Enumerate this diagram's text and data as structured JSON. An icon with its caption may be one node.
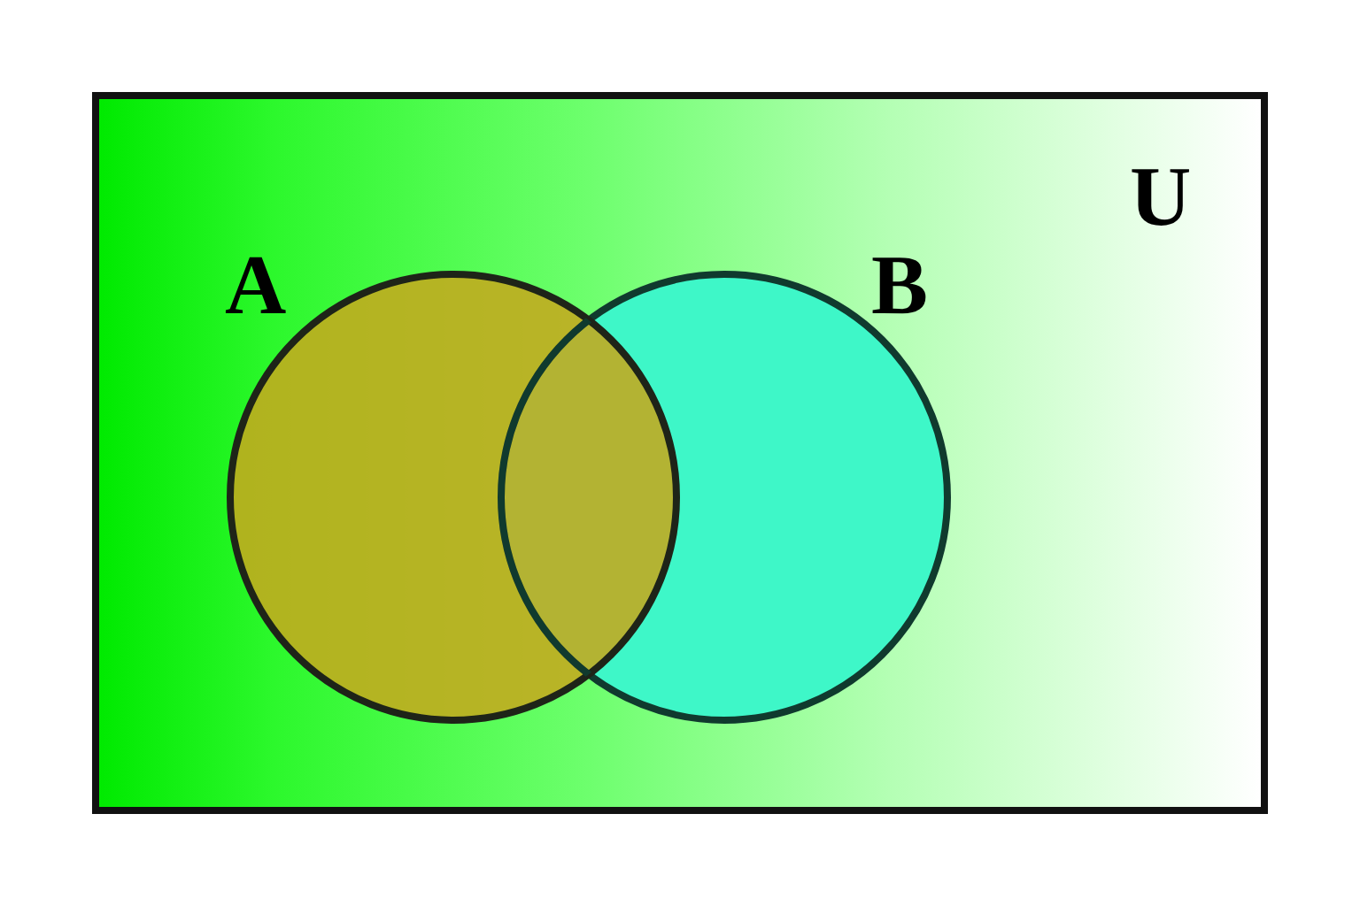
{
  "diagram": {
    "nodes": [
      {
        "text": [
          "U"
        ]
      },
      {
        "text": [
          "A"
        ],
        "in": 0
      },
      {
        "text": [
          "B"
        ],
        "in": 0
      }
    ]
  }
}
